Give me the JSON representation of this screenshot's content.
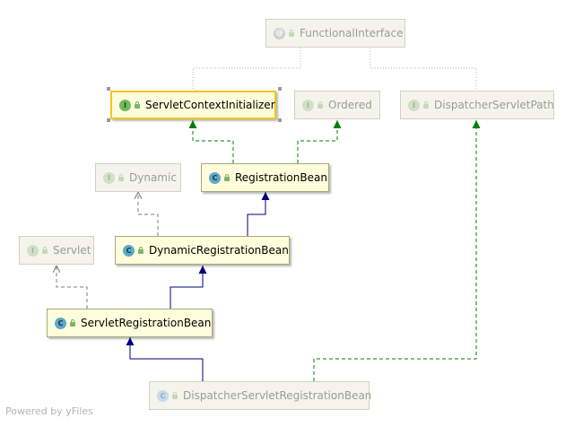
{
  "nodes": {
    "functional_interface": {
      "label": "FunctionalInterface",
      "kind": "annotation",
      "badge": "@"
    },
    "servlet_context_initializer": {
      "label": "ServletContextInitializer",
      "kind": "interface",
      "badge": "I"
    },
    "ordered": {
      "label": "Ordered",
      "kind": "interface",
      "badge": "I"
    },
    "dispatcher_servlet_path": {
      "label": "DispatcherServletPath",
      "kind": "interface",
      "badge": "I"
    },
    "dynamic": {
      "label": "Dynamic",
      "kind": "interface",
      "badge": "I"
    },
    "registration_bean": {
      "label": "RegistrationBean",
      "kind": "abstract-class",
      "badge": "C"
    },
    "servlet": {
      "label": "Servlet",
      "kind": "interface",
      "badge": "I"
    },
    "dynamic_registration_bean": {
      "label": "DynamicRegistrationBean",
      "kind": "abstract-class",
      "badge": "C"
    },
    "servlet_registration_bean": {
      "label": "ServletRegistrationBean",
      "kind": "class",
      "badge": "C"
    },
    "dispatcher_servlet_registration_bean": {
      "label": "DispatcherServletRegistrationBean",
      "kind": "class",
      "badge": "C"
    }
  },
  "edges": [
    {
      "from": "servlet_context_initializer",
      "to": "functional_interface",
      "type": "annotation"
    },
    {
      "from": "dispatcher_servlet_path",
      "to": "functional_interface",
      "type": "annotation"
    },
    {
      "from": "registration_bean",
      "to": "servlet_context_initializer",
      "type": "implements"
    },
    {
      "from": "registration_bean",
      "to": "ordered",
      "type": "implements"
    },
    {
      "from": "dynamic_registration_bean",
      "to": "dynamic",
      "type": "uses"
    },
    {
      "from": "dynamic_registration_bean",
      "to": "registration_bean",
      "type": "extends"
    },
    {
      "from": "servlet_registration_bean",
      "to": "servlet",
      "type": "uses"
    },
    {
      "from": "servlet_registration_bean",
      "to": "dynamic_registration_bean",
      "type": "extends"
    },
    {
      "from": "dispatcher_servlet_registration_bean",
      "to": "servlet_registration_bean",
      "type": "extends"
    },
    {
      "from": "dispatcher_servlet_registration_bean",
      "to": "dispatcher_servlet_path",
      "type": "implements"
    }
  ],
  "selected": "servlet_context_initializer",
  "watermark": "Powered by yFiles",
  "colors": {
    "extends": "#00007f",
    "implements": "#007f00",
    "uses": "#7f7f7f",
    "annotation": "#b8b8b8",
    "selection": "#f5c518",
    "node_fill": "#fefedc"
  }
}
